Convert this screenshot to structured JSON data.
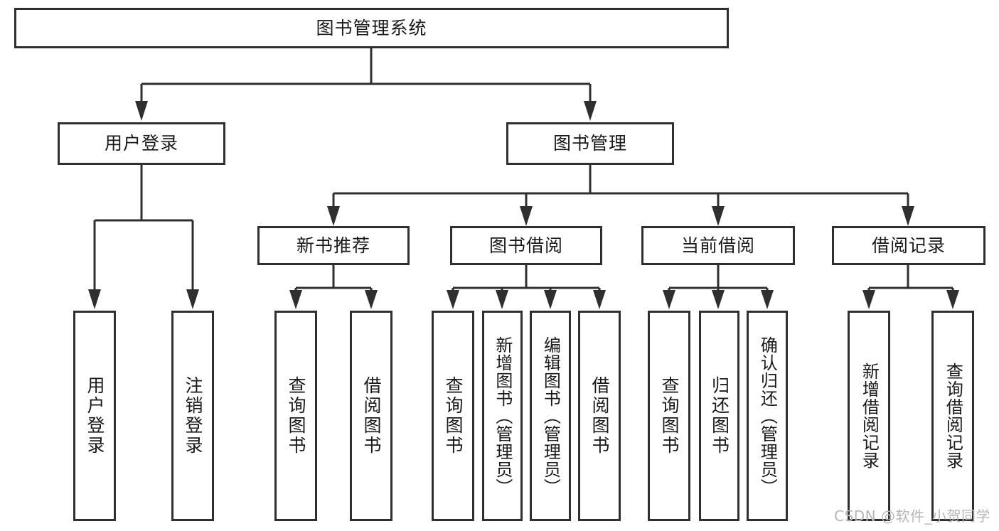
{
  "diagram": {
    "title": "图书管理系统",
    "type": "tree",
    "watermark": "CSDN @软件_小贺同学",
    "colors": {
      "stroke": "#2f2f2f",
      "fill": "#ffffff",
      "text": "#1a1a1a",
      "watermark": "#b7b7b7"
    },
    "root": {
      "label": "图书管理系统"
    },
    "level1": [
      {
        "label": "用户登录"
      },
      {
        "label": "图书管理"
      }
    ],
    "level2": [
      {
        "label": "新书推荐"
      },
      {
        "label": "图书借阅"
      },
      {
        "label": "当前借阅"
      },
      {
        "label": "借阅记录"
      }
    ],
    "leaves": {
      "user_login": [
        {
          "label": "用户登录"
        },
        {
          "label": "注销登录"
        }
      ],
      "new_book_recommend": [
        {
          "label": "查询图书"
        },
        {
          "label": "借阅图书"
        }
      ],
      "book_borrow": [
        {
          "label": "查询图书"
        },
        {
          "label": "新增图书（管理员）"
        },
        {
          "label": "编辑图书（管理员）"
        },
        {
          "label": "借阅图书"
        }
      ],
      "current_borrow": [
        {
          "label": "查询图书"
        },
        {
          "label": "归还图书"
        },
        {
          "label": "确认归还（管理员）"
        }
      ],
      "borrow_record": [
        {
          "label": "新增借阅记录"
        },
        {
          "label": "查询借阅记录"
        }
      ]
    }
  }
}
